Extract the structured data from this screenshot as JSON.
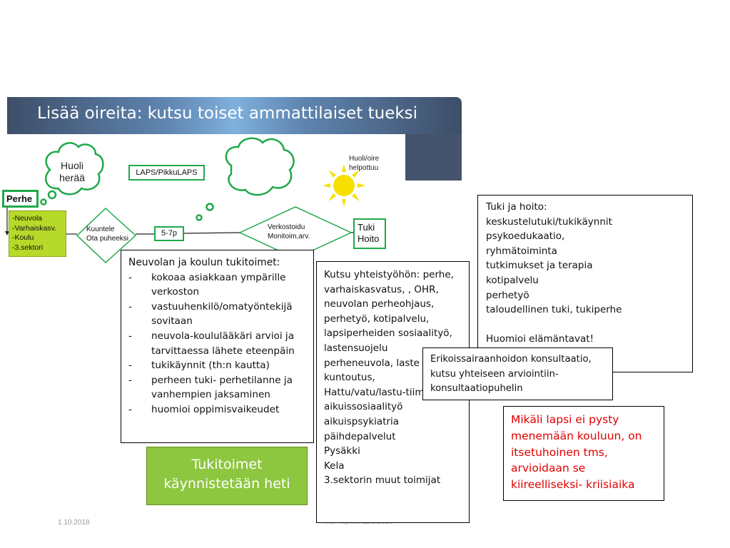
{
  "slide": {
    "title": "Lisää oireita: kutsu toiset ammattilaiset tueksi",
    "date": "1.10.2018",
    "footer_author": "Mia Tupiola 11.1.2018"
  },
  "flow": {
    "cloud_text": "Huoli herää",
    "laps_label": "LAPS/PikkuLAPS",
    "sun_text": "Huoli/oire helpottuu",
    "perhe_label": "Perhe",
    "sectors": [
      "-Neuvola",
      "-Varhaiskasv.",
      "-Koulu",
      "-3.sektori"
    ],
    "diamond1_lines": [
      "Kuuntele",
      "Ota puheeksi"
    ],
    "step_label": "5-7p",
    "diamond2_lines": [
      "Verkostoidu",
      "Monitoim,arv."
    ],
    "end_lines": [
      "Tuki",
      "Hoito"
    ]
  },
  "neuvola_box": {
    "title": "Neuvolan ja koulun tukitoimet:",
    "items": [
      "kokoaa asiakkaan ympärille verkoston",
      "vastuuhenkilö/omatyöntekijä sovitaan",
      "neuvola-koululääkäri arvioi ja tarvittaessa lähete eteenpäin",
      "tukikäynnit (th:n kautta)",
      "perheen tuki- perhetilanne ja vanhempien jaksaminen",
      "huomioi oppimisvaikeudet"
    ]
  },
  "kutsu_box": {
    "lines": [
      "Kutsu yhteistyöhön: perhe,",
      "varhaiskasvatus, , OHR,",
      "neuvolan perheohjaus,",
      "perhetyö, kotipalvelu,",
      "lapsiperheiden sosiaalityö,",
      "lastensuojelu",
      "perheneuvola, laste",
      "kuntoutus,",
      "Hattu/vatu/lastu-tiim",
      "aikuissosiaalityö",
      "aikuispsykiatria",
      "päihdepalvelut",
      "Pysäkki",
      "Kela",
      "3.sektorin muut toimijat"
    ]
  },
  "tuki_box": {
    "lines": [
      "Tuki ja hoito:",
      "keskustelutuki/tukikäynnit",
      "psykoedukaatio,",
      "ryhmätoiminta",
      "tutkimukset ja terapia",
      "kotipalvelu",
      "perhetyö",
      "taloudellinen tuki, tukiperhe",
      "",
      "Huomioi elämäntavat!"
    ]
  },
  "erikois_box": {
    "lines": [
      "Erikoissairaanhoidon konsultaatio,",
      "kutsu yhteiseen arviointiin-",
      "konsultaatiopuhelin"
    ]
  },
  "kriisi_box": {
    "lines": [
      "Mikäli lapsi ei pysty",
      "menemään kouluun, on",
      "itsetuhoinen tms,",
      "arvioidaan se",
      "kiireelliseksi-  kriisiaika"
    ]
  },
  "tukitoimet_box": {
    "lines": [
      "Tukitoimet",
      "käynnistetään heti"
    ]
  },
  "colors": {
    "banner": "#45546c",
    "green_border": "#1fa84a",
    "sector_fill": "#b7d92a",
    "tukitoimet_fill": "#8dc63f",
    "kriisi_text": "#e00000",
    "sun": "#f7e000"
  }
}
